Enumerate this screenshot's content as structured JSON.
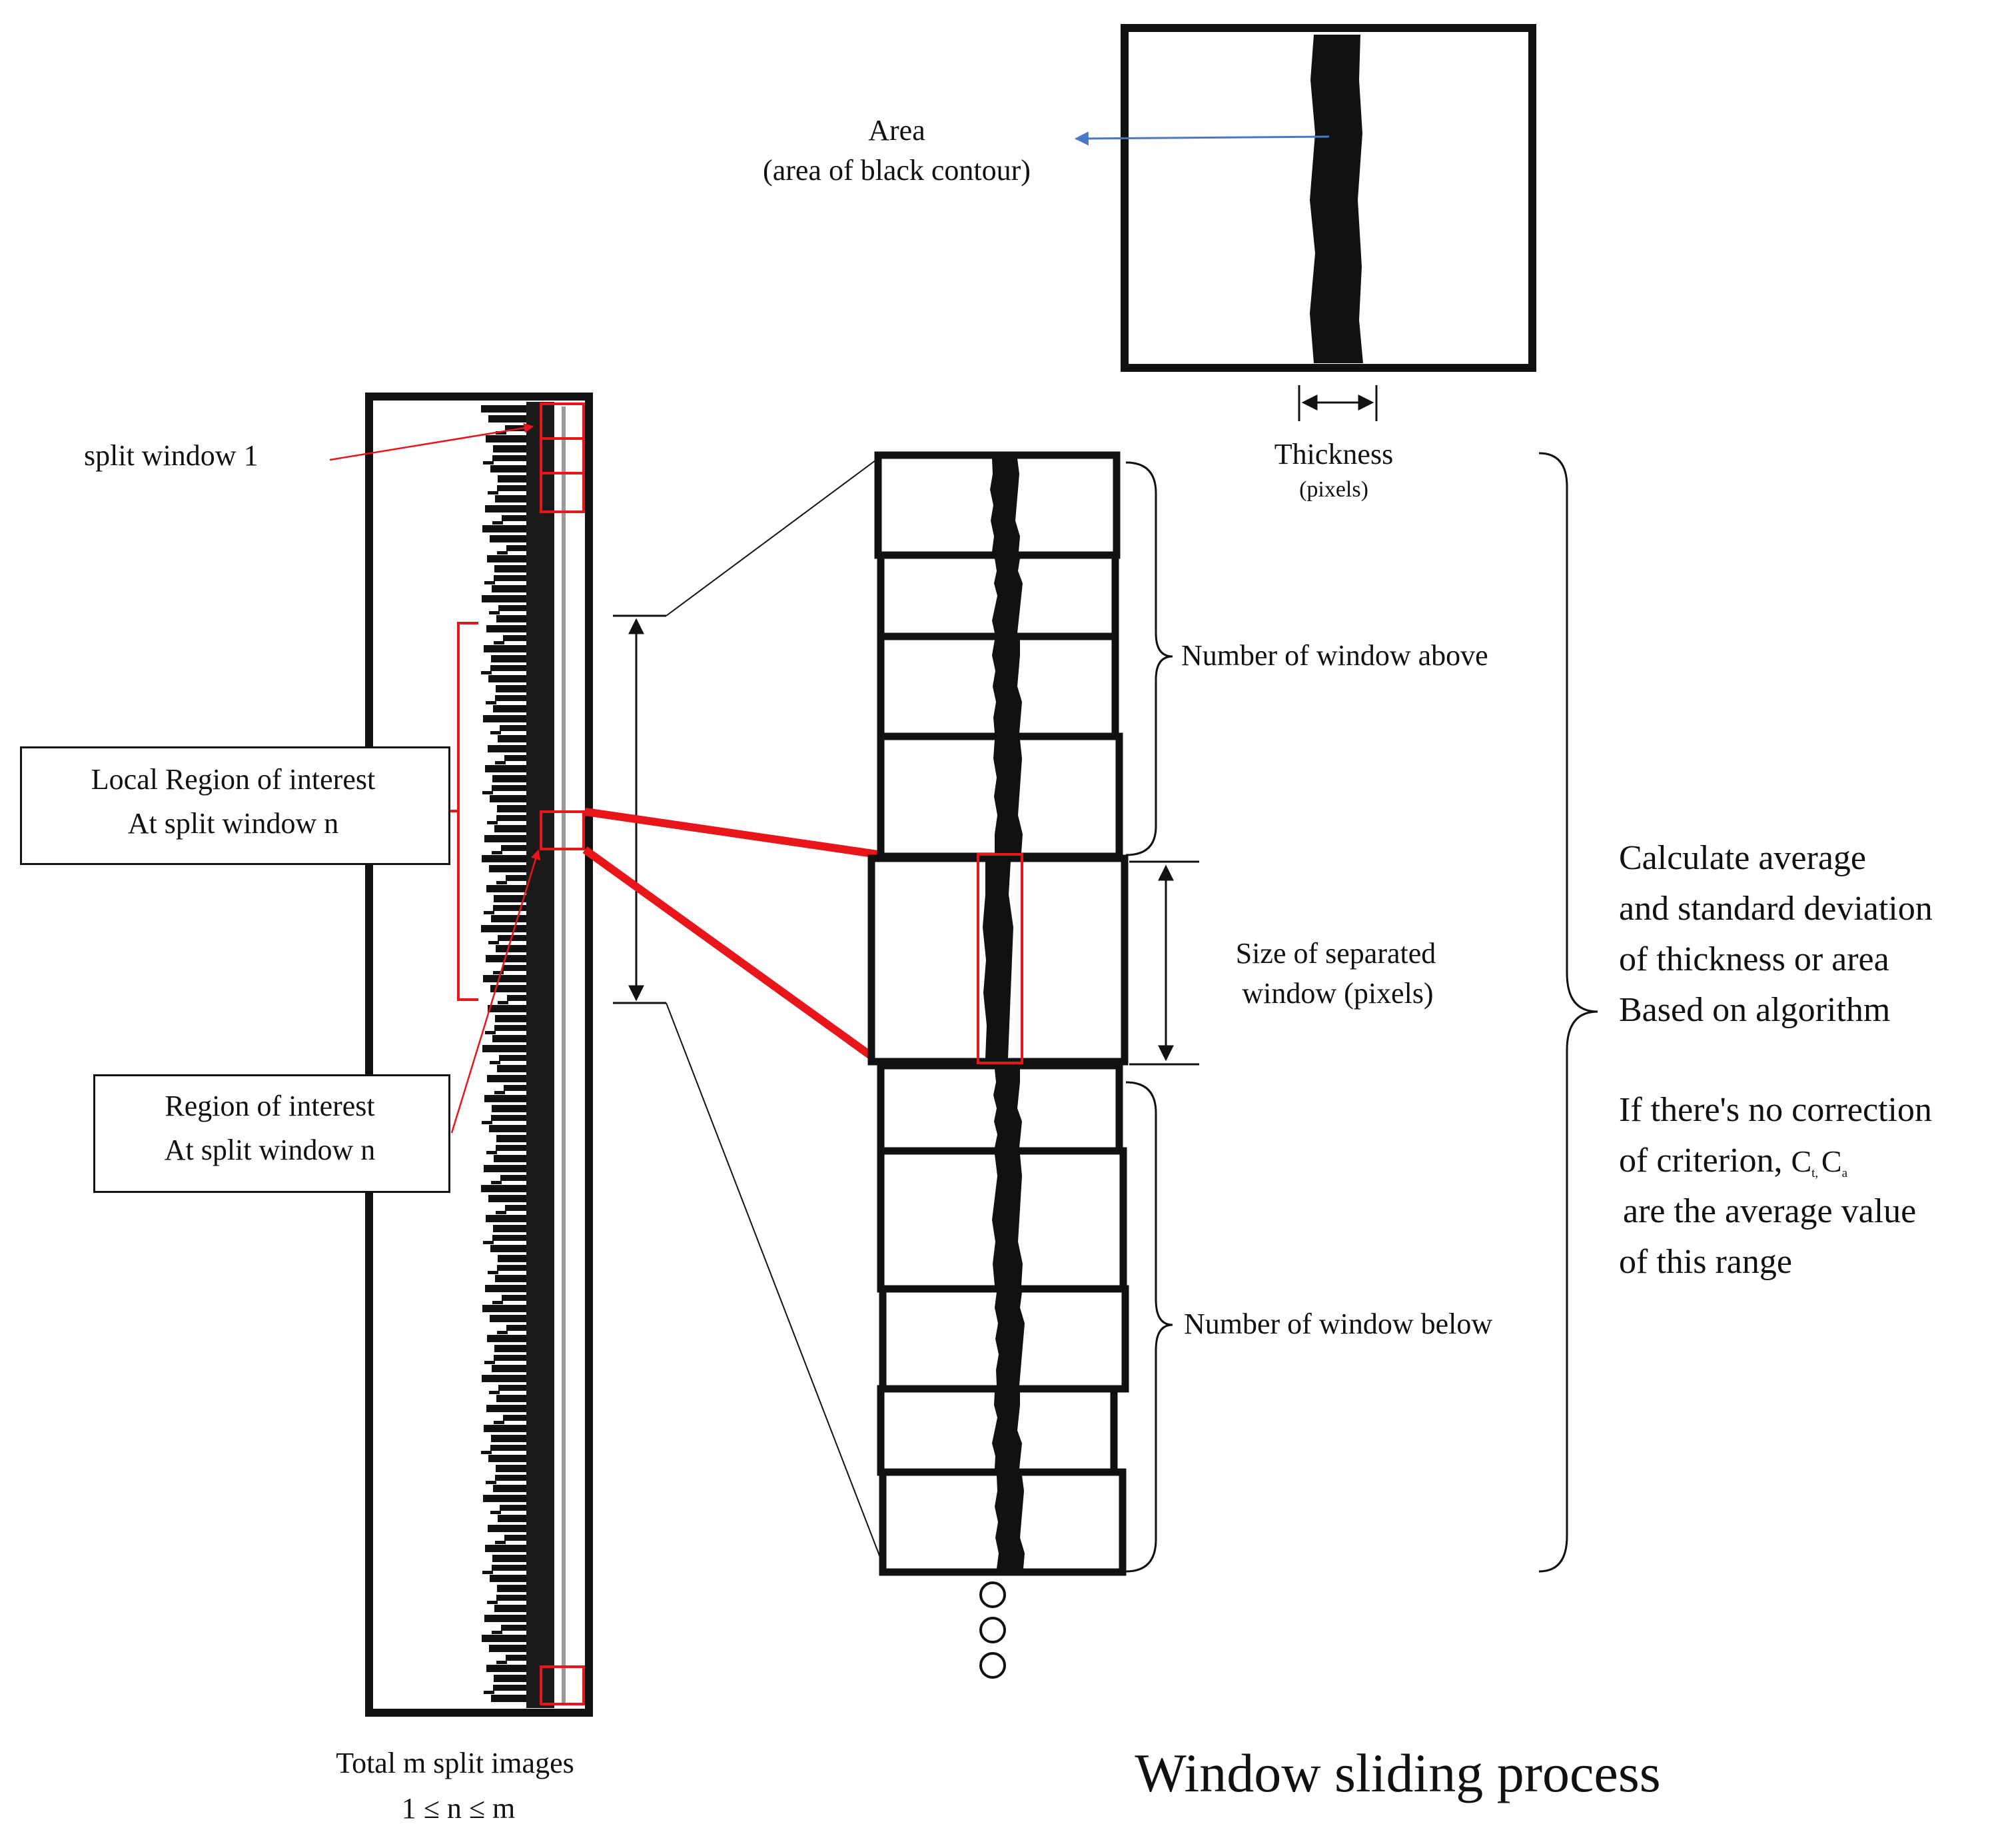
{
  "figure": {
    "title": "Window sliding process",
    "area_label": "Area",
    "area_desc": "(area of black contour)",
    "thickness_label": "Thickness",
    "thickness_unit": "(pixels)",
    "split_window_label": "split window 1",
    "local_roi_line1": "Local Region of interest",
    "local_roi_line2": "At split window n",
    "roi_line1": "Region of interest",
    "roi_line2": "At split window n",
    "windows_above": "Number of window above",
    "windows_below": "Number of window below",
    "window_size_line1": "Size of separated",
    "window_size_line2": "window (pixels)",
    "total_line1": "Total m split images",
    "total_line2": "1 ≤ n ≤  m",
    "calc_line1": "Calculate average",
    "calc_line2": "and standard deviation",
    "calc_line3": "of thickness or area",
    "calc_line4": "Based on algorithm",
    "crit_line1": "If there's no correction",
    "crit_line2": "of criterion,",
    "crit_c": "C",
    "crit_t": "t",
    "crit_sep": ", ",
    "crit_a": "a",
    "crit_line3": "are the average value",
    "crit_line4": "of this range"
  },
  "colors": {
    "ink": "#111111",
    "highlight": "#e8161b",
    "area_arrow": "#4a78c8",
    "background": "#ffffff"
  }
}
